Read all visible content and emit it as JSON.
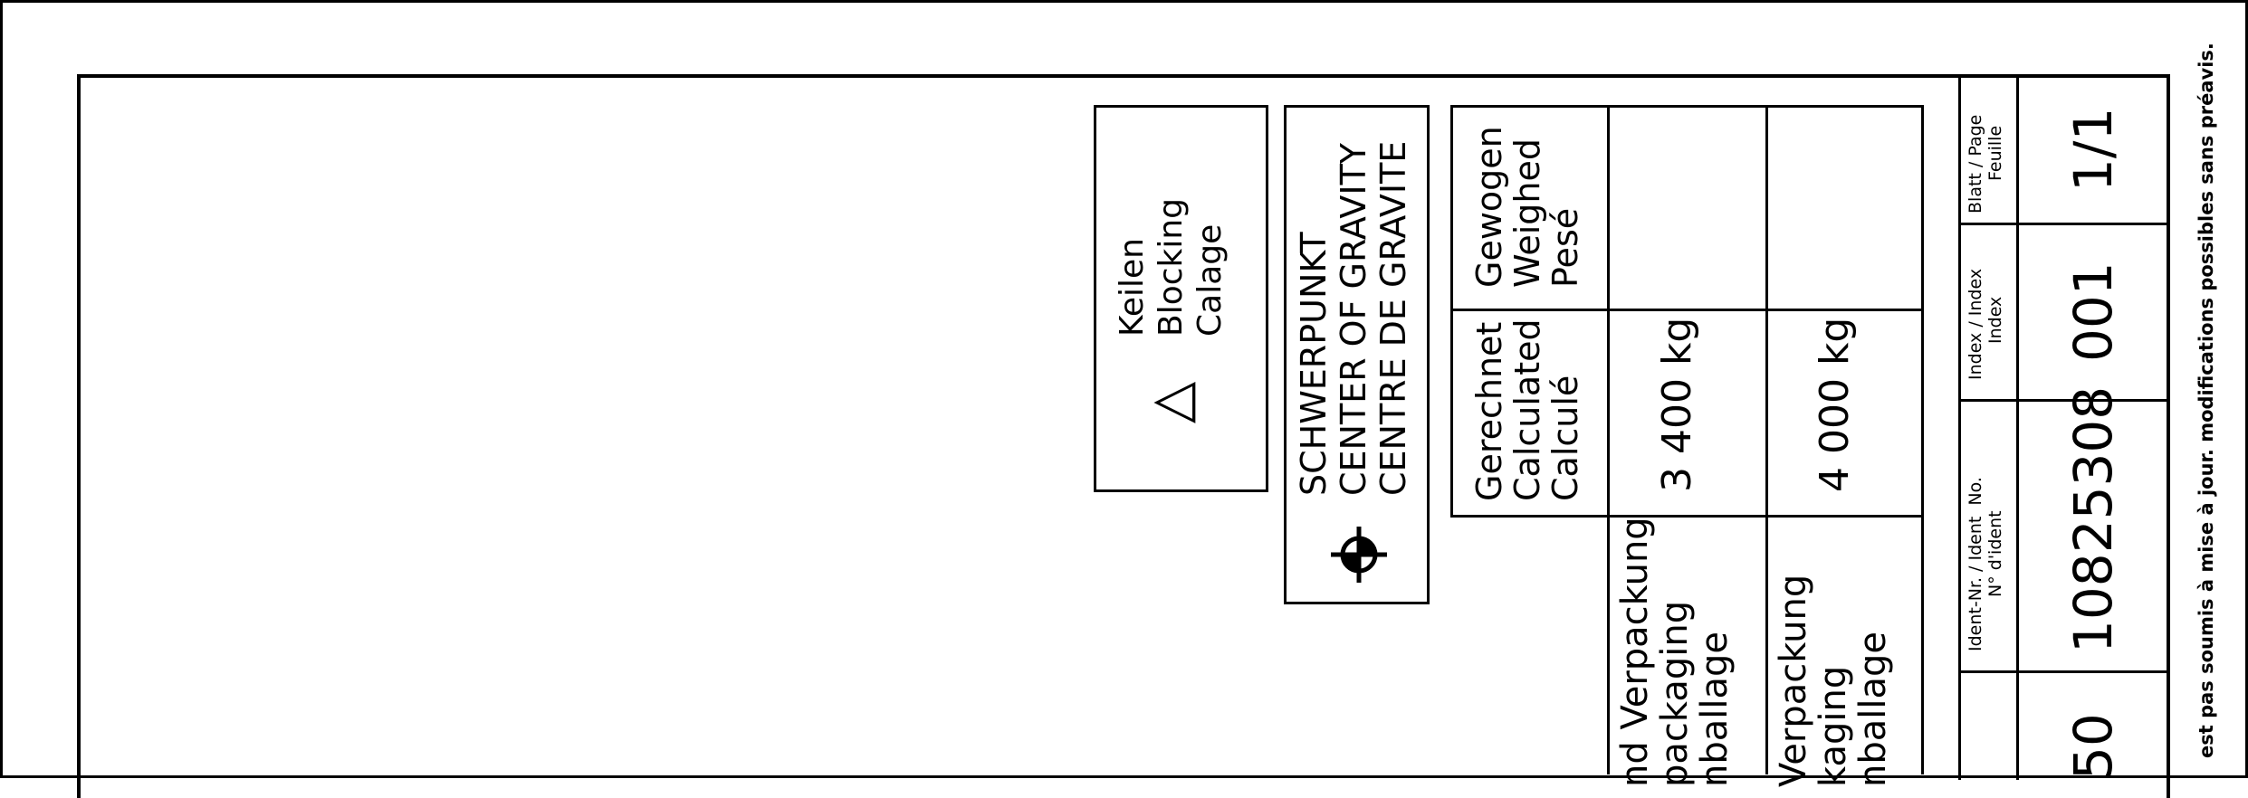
{
  "blocking": {
    "symbol": "△",
    "lines": [
      "Keilen",
      "Blocking",
      "Calage"
    ]
  },
  "gravity": {
    "lines": [
      "SCHWERPUNKT",
      "CENTER OF GRAVITY",
      "CENTRE DE GRAVITE"
    ]
  },
  "weights": {
    "weighed_lines": [
      "Gewogen",
      "Weighed",
      "Pesé"
    ],
    "calculated_lines": [
      "Gerechnet",
      "Calculated",
      "Calculé"
    ],
    "without_packaging_value": "3 400 kg",
    "with_packaging_value": "4 000 kg",
    "row1_label_lines": [
      "nd Verpackung",
      "packaging",
      "nballage"
    ],
    "row2_label_lines": [
      "Verpackung",
      "kaging",
      "nballage"
    ]
  },
  "title_block": {
    "page_label_lines": [
      "Blatt / Page",
      "Feuille"
    ],
    "page_value": "1/1",
    "index_label_lines": [
      "Index / Index",
      "Index"
    ],
    "index_value": "001",
    "ident_label_lines": [
      "Ident-Nr. / Ident  No.",
      "N° d'ident"
    ],
    "ident_value": "10825308",
    "partial_value": "50"
  },
  "disclaimer": "est pas soumis à mise à jour. modifications possibles sans préavis."
}
